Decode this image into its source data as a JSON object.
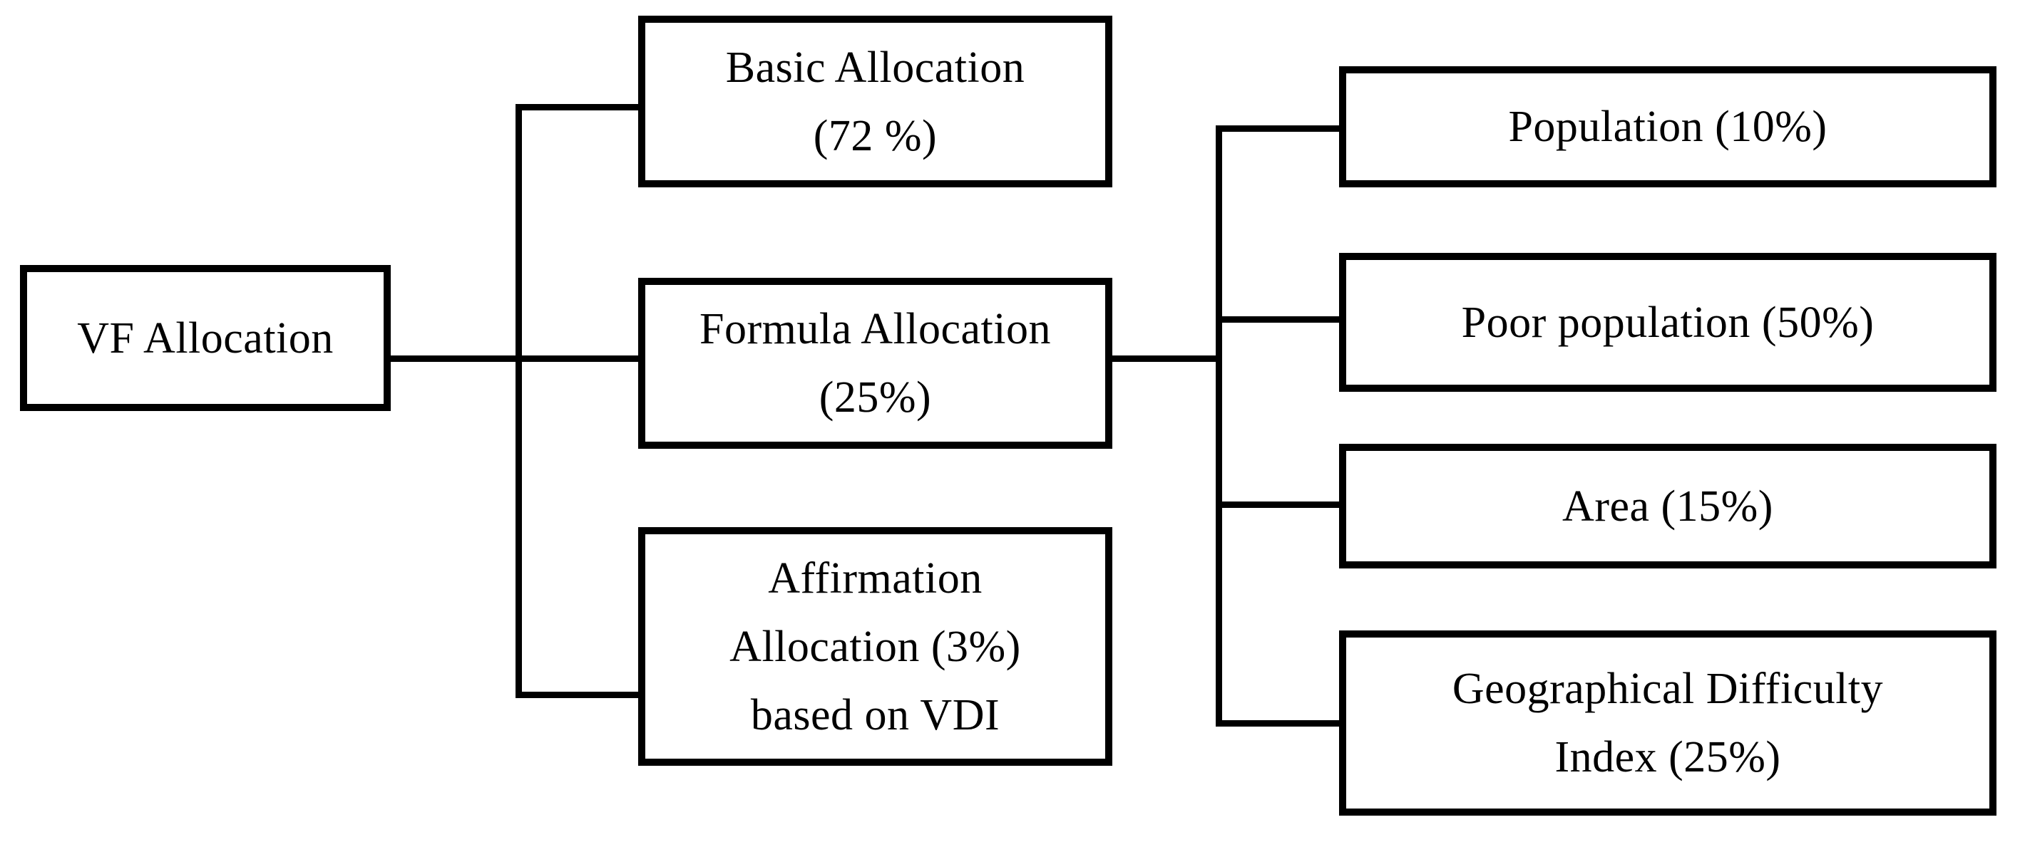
{
  "figure": {
    "type": "flow-diagram",
    "background_color": "#ffffff",
    "line_color": "#000000",
    "text_color": "#000000"
  },
  "diagram": {
    "root": {
      "label": "VF Allocation"
    },
    "allocation_branches": [
      {
        "id": "basic",
        "lines": [
          "Basic Allocation",
          "(72 %)"
        ]
      },
      {
        "id": "formula",
        "lines": [
          "Formula Allocation",
          "(25%)"
        ]
      },
      {
        "id": "affirmation",
        "lines": [
          "Affirmation",
          "Allocation (3%)",
          "based on VDI"
        ]
      }
    ],
    "formula_components": [
      {
        "id": "population",
        "lines": [
          "Population (10%)"
        ]
      },
      {
        "id": "poor_population",
        "lines": [
          "Poor population (50%)"
        ]
      },
      {
        "id": "area",
        "lines": [
          "Area (15%)"
        ]
      },
      {
        "id": "geo_difficulty",
        "lines": [
          "Geographical Difficulty",
          "Index (25%)"
        ]
      }
    ]
  }
}
